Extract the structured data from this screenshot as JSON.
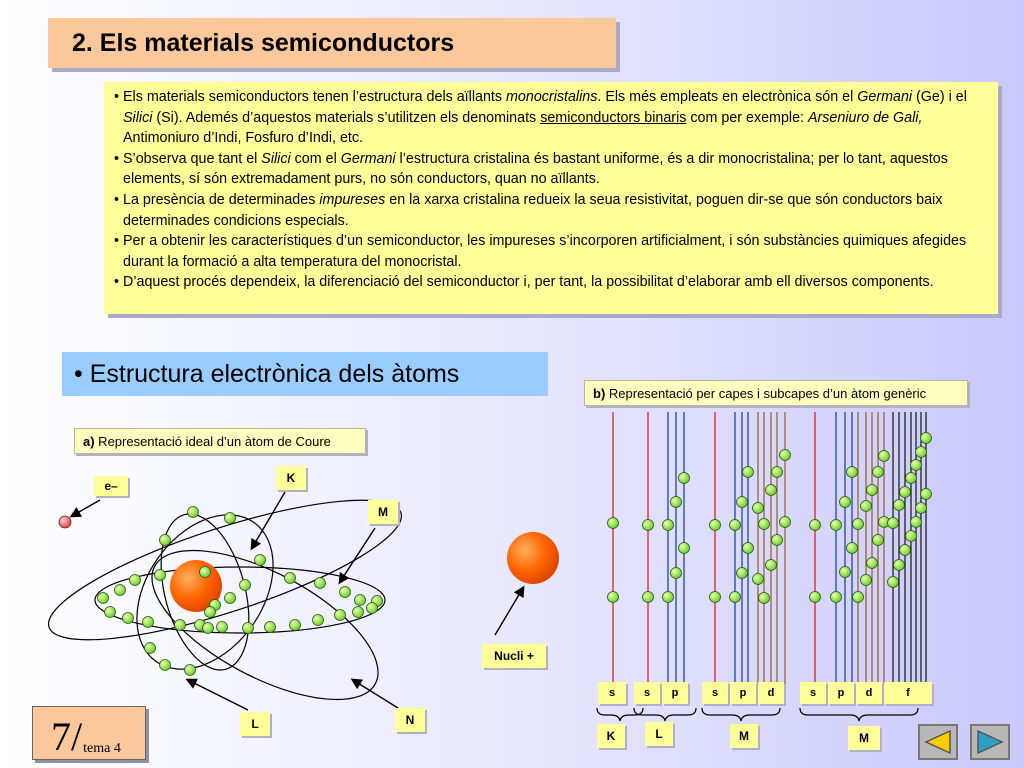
{
  "title": "2. Els materials semiconductors",
  "paragraphs": [
    "Els materials semiconductors tenen l’estructura dels aïllants monocristalins. Els més empleats en electrònica són el Germani (Ge) i el Silici (Si). Ademés d’aquestos materials s’utilitzen els denominats semiconductors binaris com per exemple: Arseniuro de Gali, Antimoniuro d’Indi, Fosfuro d’Indi, etc.",
    "S’observa que tant el Silici com el Germani l’estructura cristalina és bastant uniforme, és a dir monocristalina; per lo tant, aquestos elements, sí són extremadament purs, no són conductors, quan no aïllants.",
    "La presència de determinades impureses en la xarxa cristalina redueix la seua resistivitat, poguen dir-se que són conductors baix determinades condicions especials.",
    "Per a obtenir les característiques d’un semiconductor, les impureses s’incorporen artificialment, i són substàncies quimiques afegides durant la formació a alta temperatura del monocristal.",
    "D’aquest procés dependeix, la diferenciació del semiconductor i, per tant, la possibilitat d’elaborar amb ell diversos components."
  ],
  "subtitle": "Estructura electrònica dels àtoms",
  "caption_a": {
    "letter": "a)",
    "text": " Representació ideal d’un àtom de Coure"
  },
  "caption_b": {
    "letter": "b)",
    "text": " Representació per capes i subcapes d’un àtom genèric"
  },
  "atom_labels": {
    "electron": "e–",
    "K": "K",
    "M": "M",
    "L": "L",
    "N": "N",
    "nucleus": "Nucli +"
  },
  "subshell_labels": [
    {
      "shell": "K",
      "subshells": [
        "s"
      ]
    },
    {
      "shell": "L",
      "subshells": [
        "s",
        "p"
      ]
    },
    {
      "shell": "M",
      "subshells": [
        "s",
        "p",
        "d"
      ]
    },
    {
      "shell": "M",
      "subshells": [
        "s",
        "p",
        "d",
        "f"
      ]
    }
  ],
  "page_number": "7/",
  "page_suffix": "tema 4",
  "colors": {
    "title_bg": "#fbc89b",
    "text_bg": "#ffff99",
    "subtitle_bg": "#99ccff",
    "electron": "#88dd44",
    "nucleus": "#ff6600"
  },
  "nav": {
    "prev": "prev-arrow-icon",
    "next": "next-arrow-icon"
  }
}
